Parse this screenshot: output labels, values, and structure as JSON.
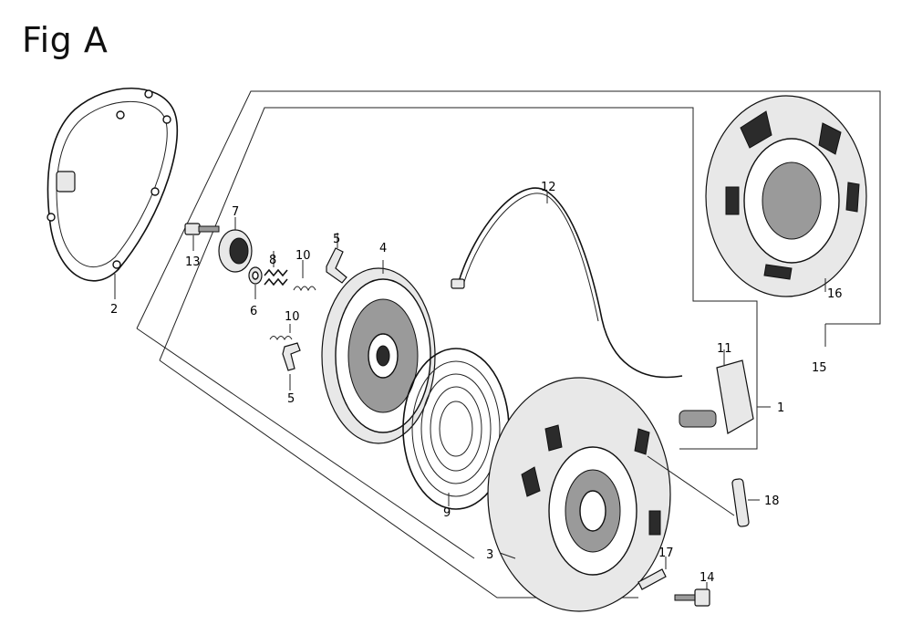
{
  "figure": {
    "title": "Fig A"
  },
  "callouts": [
    {
      "id": "p1",
      "text": "1"
    },
    {
      "id": "p2",
      "text": "2"
    },
    {
      "id": "p3",
      "text": "3"
    },
    {
      "id": "p4",
      "text": "4"
    },
    {
      "id": "p5a",
      "text": "5"
    },
    {
      "id": "p5b",
      "text": "5"
    },
    {
      "id": "p6",
      "text": "6"
    },
    {
      "id": "p7",
      "text": "7"
    },
    {
      "id": "p8",
      "text": "8"
    },
    {
      "id": "p9",
      "text": "9"
    },
    {
      "id": "p10a",
      "text": "10"
    },
    {
      "id": "p10b",
      "text": "10"
    },
    {
      "id": "p11",
      "text": "11"
    },
    {
      "id": "p12",
      "text": "12"
    },
    {
      "id": "p13",
      "text": "13"
    },
    {
      "id": "p14",
      "text": "14"
    },
    {
      "id": "p15",
      "text": "15"
    },
    {
      "id": "p16",
      "text": "16"
    },
    {
      "id": "p17",
      "text": "17"
    },
    {
      "id": "p18",
      "text": "18"
    }
  ]
}
